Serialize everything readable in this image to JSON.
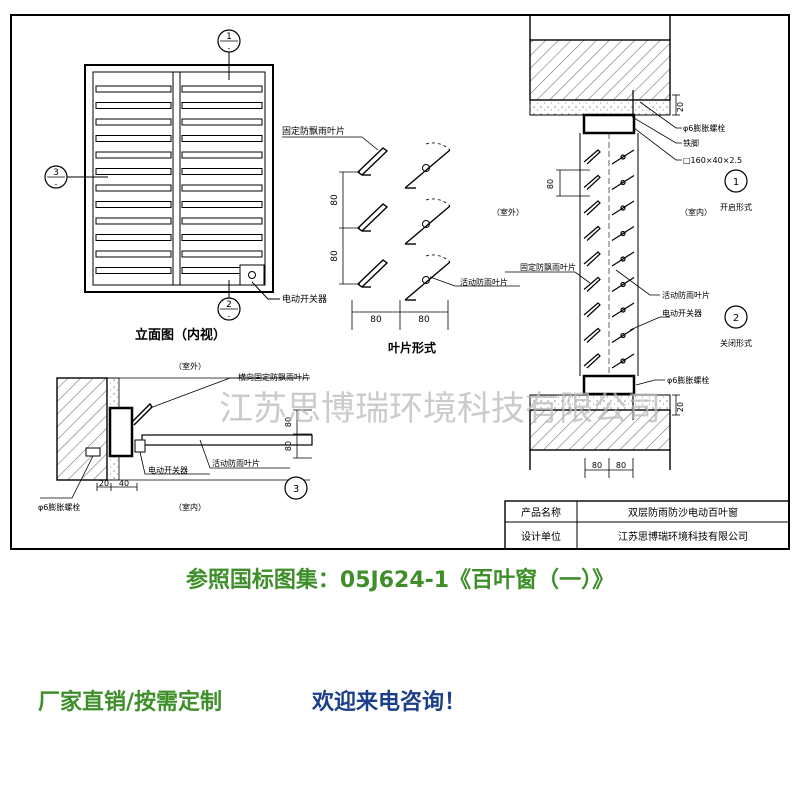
{
  "colors": {
    "line": "#000000",
    "accent_green": "#3e8f2a",
    "accent_blue": "#1c3f8a",
    "hatch": "#777777",
    "watermark": "#b9b9b9"
  },
  "elevation": {
    "title": "立面图（内视）",
    "switch_label": "电动开关器",
    "marker_1_num": "1",
    "marker_1_den": "-",
    "marker_2_num": "2",
    "marker_2_den": "-",
    "marker_3_num": "3",
    "marker_3_den": "-"
  },
  "blade_form": {
    "title": "叶片形式",
    "fixed_label": "固定防飘雨叶片",
    "movable_label": "活动防雨叶片",
    "dim_80_a": "80",
    "dim_80_b": "80",
    "dim_80_c": "80",
    "dim_80_d": "80"
  },
  "section_right": {
    "outdoor": "（室外）",
    "indoor": "（室内）",
    "bolt_top": "φ6膨胀螺栓",
    "iron_foot": "铁脚",
    "tube": "□160×40×2.5",
    "open_form": "开启形式",
    "closed_form": "关闭形式",
    "fixed_label": "固定防飘雨叶片",
    "movable_label": "活动防雨叶片",
    "switch_label": "电动开关器",
    "bolt_bottom": "φ6膨胀螺栓",
    "dim_20_top": "20",
    "dim_20_bottom": "20",
    "dim_80": "80",
    "dim_80_b1": "80",
    "dim_80_b2": "80",
    "marker_1": "1",
    "marker_2": "2"
  },
  "section_bottom": {
    "outdoor": "（室外）",
    "indoor": "（室内）",
    "fixed_label": "横向固定防飘雨叶片",
    "movable_label": "活动防雨叶片",
    "switch_label": "电动开关器",
    "bolt": "φ6膨胀螺栓",
    "dim_20": "20",
    "dim_40": "40",
    "dim_80_a": "80",
    "dim_80_b": "80",
    "marker_3": "3"
  },
  "title_block": {
    "product_label": "产品名称",
    "product_value": "双层防雨防沙电动百叶窗",
    "designer_label": "设计单位",
    "designer_value": "江苏思博瑞环境科技有限公司"
  },
  "watermark": "江苏思博瑞环境科技有限公司",
  "reference": "参照国标图集：05J624-1《百叶窗（一）》",
  "promo": {
    "left": "厂家直销/按需定制",
    "right": "欢迎来电咨询！"
  }
}
